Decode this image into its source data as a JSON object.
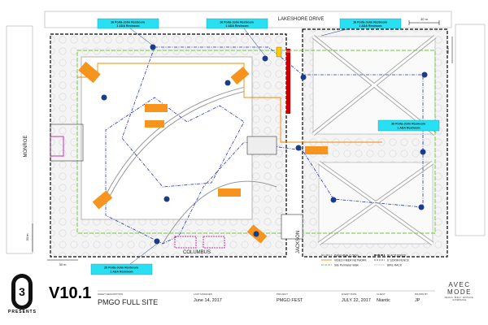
{
  "street_labels": {
    "top": "LAKESHORE DRIVE",
    "left": "MONROE",
    "bottom": "COLUMBUS",
    "right_bottom": "JACKSON"
  },
  "callouts": [
    {
      "line1": "16 Porta-John Restroom",
      "line2": "1 ADA Restroom"
    },
    {
      "line1": "16 Porta-John Restroom",
      "line2": "1 ADA Restroom"
    },
    {
      "line1": "16 Porta-John Restroom",
      "line2": "1 ADA Restroom"
    },
    {
      "line1": "36 Porta-John Restroom",
      "line2": "1 ADA Restroom"
    },
    {
      "line1": "20 Porta-John Restroom",
      "line2": "1 ADA Restroom"
    }
  ],
  "dimensions": {
    "top_right": "30 m",
    "right_side": "30 m",
    "bottom_left": "30 m",
    "left_side": "30 m"
  },
  "legend": {
    "items": [
      {
        "label": "Patrol Walk (1.5km)",
        "color": "#2233cc",
        "style": "dashdot"
      },
      {
        "label": "VIDEO FIBER NETWORK",
        "color": "#f08a00",
        "style": "solid"
      },
      {
        "label": "Site Perimeter Walk",
        "color": "#66cc33",
        "style": "dashed"
      },
      {
        "label": "BLACK FENCE",
        "color": "#000000",
        "style": "dashed-bold"
      },
      {
        "label": "6' SCRIM FENCE",
        "color": "#333333",
        "style": "dashed"
      },
      {
        "label": "BIKE RACK",
        "color": "#888888",
        "style": "dotted"
      }
    ]
  },
  "title_block": {
    "version": "V10.1",
    "presents": "PRESENTS",
    "fields": [
      {
        "label": "SHEET DESCRIPTION",
        "value": "PMGO FULL SITE"
      },
      {
        "label": "LAST MODIFIED",
        "value": "June 14, 2017"
      },
      {
        "label": "PROJECT",
        "value": "PMGO FEST"
      },
      {
        "label": "EVENT DATE",
        "value": "JULY 22, 2017"
      },
      {
        "label": "CLIENT",
        "value": "Niantic"
      },
      {
        "label": "DRAWN BY",
        "value": "JP"
      }
    ],
    "brand_line1": "AVEC",
    "brand_line2": "MODE",
    "brand_tagline": "DESIGN · BUILD · PRODUCE · EXPERIENCE"
  },
  "colors": {
    "patrol": "#2233cc",
    "fiber": "#f08a00",
    "perimeter": "#66cc33",
    "callout_fill": "#29e0f2",
    "stage_orange": "#f7941d",
    "tent_magenta": "#cc33aa",
    "restroom_red": "#cc0000"
  },
  "icons": [
    "c3-logo",
    "patrol-marker-icon",
    "tree-icon"
  ]
}
